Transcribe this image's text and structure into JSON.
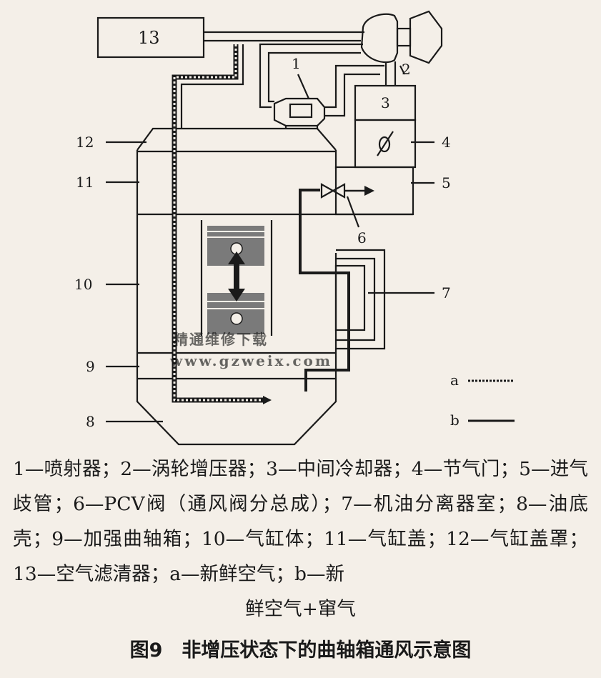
{
  "diagram": {
    "labels": {
      "l1": "1",
      "l2": "2",
      "l3": "3",
      "l4": "4",
      "l5": "5",
      "l6": "6",
      "l7": "7",
      "l8": "8",
      "l9": "9",
      "l10": "10",
      "l11": "11",
      "l12": "12",
      "l13": "13"
    },
    "legend": {
      "a": "a",
      "b": "b"
    },
    "watermark": {
      "line1": "精通维修下载",
      "line2": "www.gzweix.com"
    }
  },
  "caption": {
    "line1": "1—喷射器；2—涡轮增压器；3—中间冷却器；4—节气门；5—进气歧管；6—PCV阀（通风阀分总成）；7—机油分离器室；8—油底壳；9—加强曲轴箱；10—气缸体；11—气缸盖；12—气缸盖罩；13—空气滤清器；a—新鲜空气；b—新",
    "line2": "鲜空气+窜气"
  },
  "figure_title": "图9　非增压状态下的曲轴箱通风示意图"
}
